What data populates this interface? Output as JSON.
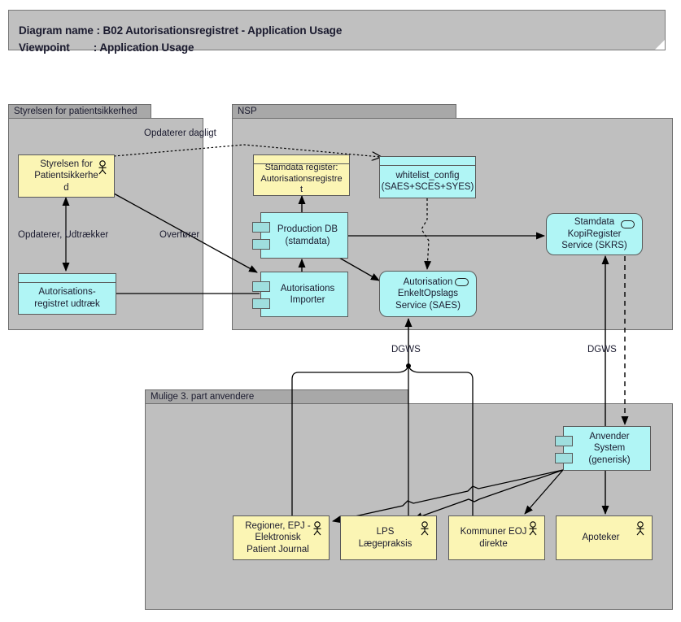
{
  "banner": {
    "line1": "Diagram name : B02 Autorisationsregistret - Application Usage",
    "line2": "Viewpoint        : Application Usage"
  },
  "groups": [
    {
      "id": "styrelsen",
      "label": "Styrelsen for patientsikkerhed"
    },
    {
      "id": "nsp",
      "label": "NSP"
    },
    {
      "id": "tredjepart",
      "label": "Mulige 3. part anvendere"
    }
  ],
  "nodes": {
    "styrelsen_actor": {
      "label": "Styrelsen for\nPatientsikkerhe\nd",
      "type": "business-actor",
      "color": "#fbf5b4"
    },
    "autorisationsudtraek": {
      "label": "Autorisations-\nregistret udtræk",
      "type": "data-object",
      "color": "#b0f5f5"
    },
    "stamdata_register": {
      "label": "Stamdata register:\nAutorisationsregistre\nt",
      "type": "data-object",
      "color": "#fbf5b4"
    },
    "whitelist_config": {
      "label": "whitelist_config\n(SAES+SCES+SYES)",
      "type": "data-object",
      "color": "#b0f5f5"
    },
    "production_db": {
      "label": "Production DB\n(stamdata)",
      "type": "application-component",
      "color": "#b0f5f5"
    },
    "autorisations_importer": {
      "label": "Autorisations\nImporter",
      "type": "application-component",
      "color": "#b0f5f5"
    },
    "saes": {
      "label": "Autorisation\nEnkeltOpslags\nService (SAES)",
      "type": "application-service",
      "color": "#b0f5f5"
    },
    "skrs": {
      "label": "Stamdata\nKopiRegister\nService (SKRS)",
      "type": "application-service",
      "color": "#b0f5f5"
    },
    "anvender_system": {
      "label": "Anvender System\n(generisk)",
      "type": "application-component",
      "color": "#b0f5f5"
    },
    "regioner": {
      "label": "Regioner, EPJ -\nElektronisk\nPatient Journal",
      "type": "business-actor",
      "color": "#fbf5b4"
    },
    "lps": {
      "label": "LPS\nLægepraksis",
      "type": "business-actor",
      "color": "#fbf5b4"
    },
    "kommuner": {
      "label": "Kommuner EOJ\ndirekte",
      "type": "business-actor",
      "color": "#fbf5b4"
    },
    "apoteker": {
      "label": "Apoteker",
      "type": "business-actor",
      "color": "#fbf5b4"
    }
  },
  "edge_labels": {
    "opdaterer_dagligt": "Opdaterer dagligt",
    "opdaterer_udtraekker": "Opdaterer, Udtrækker",
    "overfoerer": "Overfører",
    "dgws_left": "DGWS",
    "dgws_right": "DGWS"
  },
  "colors": {
    "group_body": "#bfbfbf",
    "group_tab": "#a8a8a8",
    "banner": "#c0c0c0",
    "yellow": "#fbf5b4",
    "cyan": "#b0f5f5",
    "component_tab": "#9fdede",
    "line": "#000000",
    "border": "#5a5a5a"
  }
}
